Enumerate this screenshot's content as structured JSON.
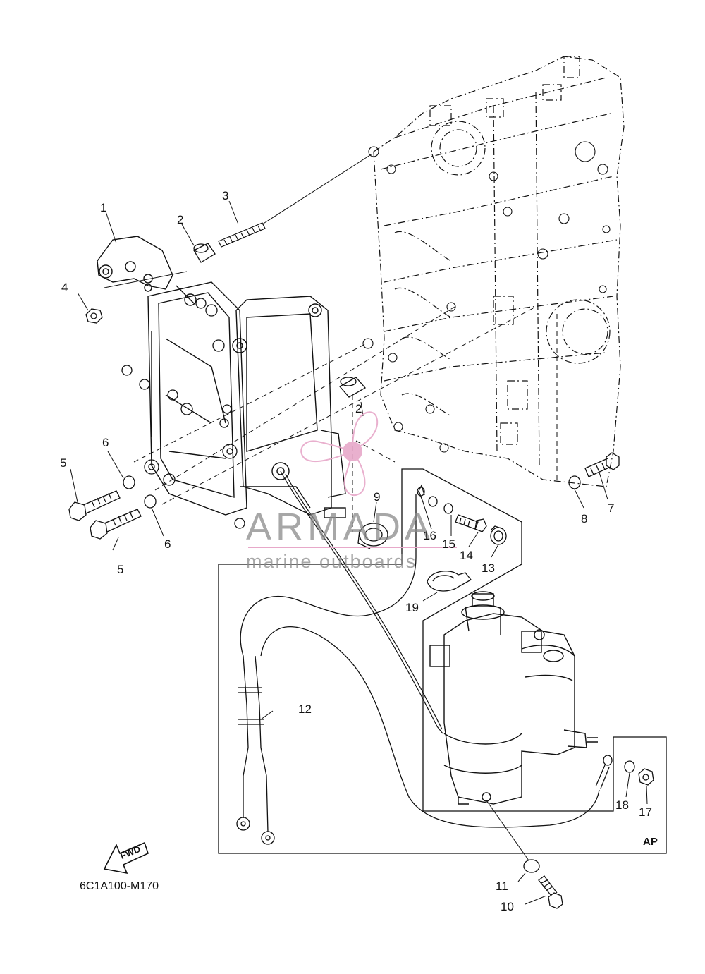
{
  "diagram": {
    "code": "6C1A100-M170",
    "fwd_label": "FWD",
    "ap_label": "AP",
    "callouts": {
      "c1": "1",
      "c2a": "2",
      "c2b": "2",
      "c3": "3",
      "c4": "4",
      "c5a": "5",
      "c5b": "5",
      "c6a": "6",
      "c6b": "6",
      "c7": "7",
      "c8": "8",
      "c9": "9",
      "c10": "10",
      "c11": "11",
      "c12": "12",
      "c13": "13",
      "c14": "14",
      "c15": "15",
      "c16": "16",
      "c17": "17",
      "c18": "18",
      "c19": "19"
    }
  },
  "watermark": {
    "title": "ARMADA",
    "subtitle": "marine outboards",
    "logo_color": "#e7a8c9"
  }
}
